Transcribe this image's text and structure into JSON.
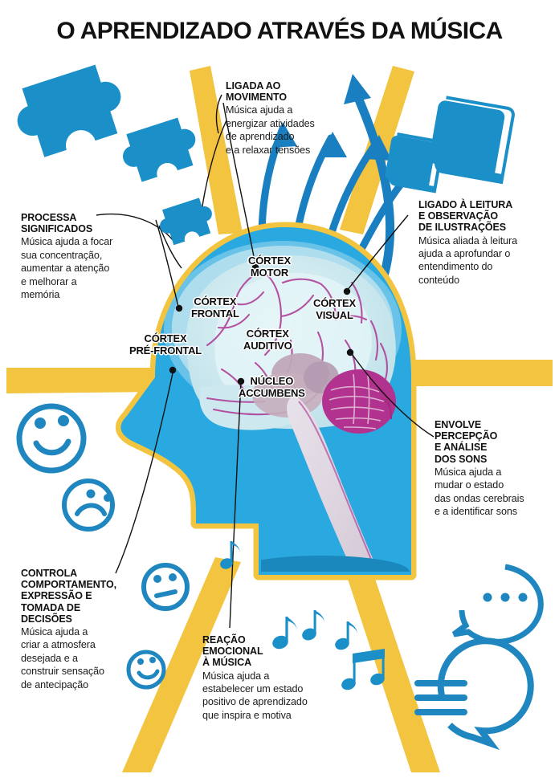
{
  "page": {
    "title": "O APRENDIZADO ATRAVÉS DA MÚSICA",
    "background_color": "#ffffff"
  },
  "colors": {
    "brand_blue": "#1a8fc8",
    "icon_blue": "#1f86c0",
    "head_blue": "#29a9e0",
    "ray_yellow": "#f3c43f",
    "brain_fill": "#cfe9ee",
    "brain_vessels": "#b0499c",
    "cerebellum": "#b2338f",
    "text_black": "#111111"
  },
  "callouts": [
    {
      "id": "movimento",
      "heading": "LIGADA AO\nMOVIMENTO",
      "heading_lines": [
        "LIGADA AO",
        "MOVIMENTO"
      ],
      "body_lines": [
        "Música ajuda a",
        "energizar atividades",
        "de aprendizado",
        "e a relaxar tensões"
      ],
      "body": "Música ajuda a energizar atividades de aprendizado e a relaxar tensões"
    },
    {
      "id": "processa",
      "heading_lines": [
        "PROCESSA",
        "SIGNIFICADOS"
      ],
      "body_lines": [
        "Música ajuda a focar",
        "sua concentração,",
        "aumentar a atenção",
        "e melhorar a",
        "memória"
      ],
      "body": "Música ajuda a focar sua concentração, aumentar a atenção e melhorar a memória"
    },
    {
      "id": "leitura",
      "heading_lines": [
        "LIGADO À LEITURA",
        "E OBSERVAÇÃO",
        "DE ILUSTRAÇÕES"
      ],
      "body_lines": [
        "Música aliada à leitura",
        "ajuda a aprofundar o",
        "entendimento do",
        "conteúdo"
      ],
      "body": "Música aliada à leitura ajuda a aprofundar o entendimento do conteúdo"
    },
    {
      "id": "envolve",
      "heading_lines": [
        "ENVOLVE",
        "PERCEPÇÃO",
        "E ANÁLISE",
        "DOS SONS"
      ],
      "body_lines": [
        "Música ajuda a",
        "mudar o estado",
        "das ondas cerebrais",
        "e a identificar sons"
      ],
      "body": "Música ajuda a mudar o estado das ondas cerebrais e a identificar sons"
    },
    {
      "id": "controla",
      "heading_lines": [
        "CONTROLA",
        "COMPORTAMENTO,",
        "EXPRESSÃO E",
        "TOMADA DE",
        " DECISÕES"
      ],
      "body_lines": [
        "Música ajuda a",
        "criar a atmosfera",
        "desejada e a",
        "construir sensação",
        "de antecipação"
      ],
      "body": "Música ajuda a criar a atmosfera desejada e a construir sensação de antecipação"
    },
    {
      "id": "reacao",
      "heading_lines": [
        "REAÇÃO",
        "EMOCIONAL",
        "À MÚSICA"
      ],
      "body_lines": [
        "Música ajuda a",
        "estabelecer um estado",
        "positivo de aprendizado",
        "que inspira e motiva"
      ],
      "body": "Música ajuda a estabelecer um estado positivo de aprendizado que inspira e motiva"
    }
  ],
  "brain_labels": [
    {
      "id": "motor",
      "lines": [
        "CÓRTEX",
        "MOTOR"
      ]
    },
    {
      "id": "frontal",
      "lines": [
        "CÓRTEX",
        "FRONTAL"
      ]
    },
    {
      "id": "visual",
      "lines": [
        "CÓRTEX",
        "VISUAL"
      ]
    },
    {
      "id": "prefrontal",
      "lines": [
        "CÓRTEX",
        "PRÉ-FRONTAL"
      ]
    },
    {
      "id": "auditivo",
      "lines": [
        "CÓRTEX",
        "AUDITIVO"
      ]
    },
    {
      "id": "nucleo",
      "lines": [
        "NÚCLEO",
        "ACCUMBENS"
      ]
    }
  ],
  "decorations": [
    {
      "name": "puzzle-piece-icon",
      "count": 3
    },
    {
      "name": "book-icon",
      "count": 2
    },
    {
      "name": "arrow-up-icon",
      "count": 4
    },
    {
      "name": "happy-face-icon",
      "count": 2
    },
    {
      "name": "sad-face-icon",
      "count": 1
    },
    {
      "name": "neutral-face-icon",
      "count": 1
    },
    {
      "name": "music-note-icon",
      "count": 5
    },
    {
      "name": "speech-bubble-dots-icon",
      "count": 1
    },
    {
      "name": "speech-bubble-lines-icon",
      "count": 1
    },
    {
      "name": "sun-ray-icon",
      "count": 6
    }
  ]
}
